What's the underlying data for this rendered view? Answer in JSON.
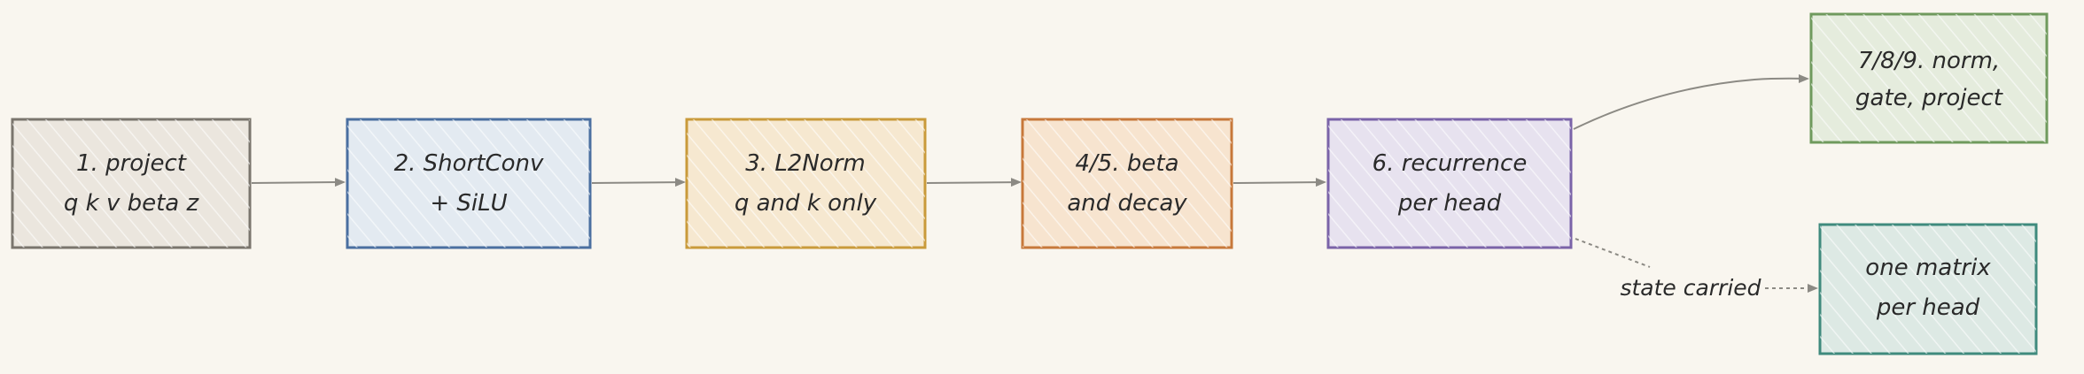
{
  "diagram": {
    "nodes": [
      {
        "id": "project",
        "line1": "1. project",
        "line2": "q k v beta z",
        "stroke": "#7a756d",
        "fill": "#ebe6de"
      },
      {
        "id": "shortconv",
        "line1": "2. ShortConv",
        "line2": "+ SiLU",
        "stroke": "#4a6fa0",
        "fill": "#e3eaf1"
      },
      {
        "id": "l2norm",
        "line1": "3. L2Norm",
        "line2": "q and k only",
        "stroke": "#c99a3a",
        "fill": "#f6e8d0"
      },
      {
        "id": "beta-decay",
        "line1": "4/5. beta",
        "line2": "and decay",
        "stroke": "#c7783a",
        "fill": "#f7e4cf"
      },
      {
        "id": "recurrence",
        "line1": "6. recurrence",
        "line2": "per head",
        "stroke": "#7a63a8",
        "fill": "#e7e2ef"
      },
      {
        "id": "norm-gate-project",
        "line1": "7/8/9. norm,",
        "line2": "gate, project",
        "stroke": "#6f9a5d",
        "fill": "#e5ecdd"
      },
      {
        "id": "state-matrix",
        "line1": "one matrix",
        "line2": "per head",
        "stroke": "#3f8a7d",
        "fill": "#dde9e4"
      }
    ],
    "edge_label": "state carried",
    "colors": {
      "arrow": "#8c8a84",
      "background": "#f9f6ef"
    }
  }
}
